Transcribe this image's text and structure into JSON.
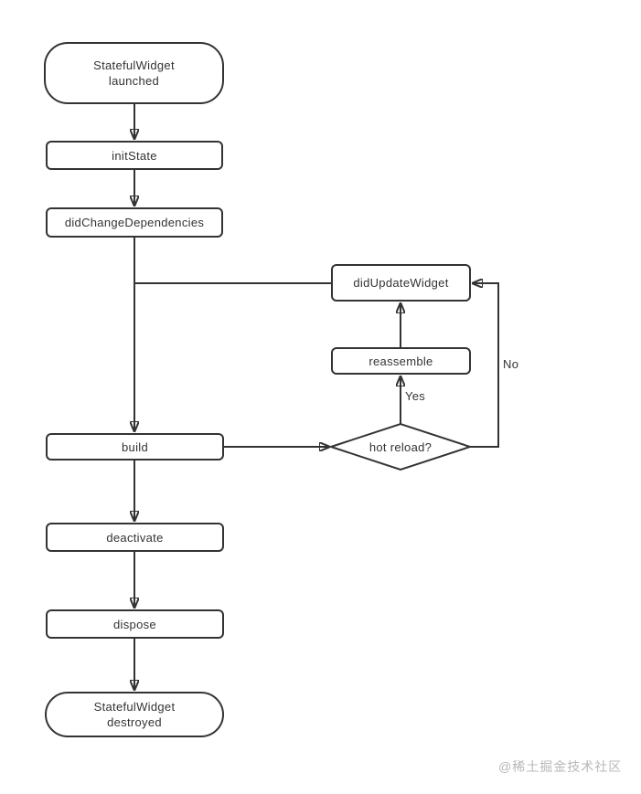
{
  "nodes": {
    "launched": "StatefulWidget\nlaunched",
    "init_state": "initState",
    "did_change_dependencies": "didChangeDependencies",
    "did_update_widget": "didUpdateWidget",
    "reassemble": "reassemble",
    "hot_reload": "hot reload?",
    "build": "build",
    "deactivate": "deactivate",
    "dispose": "dispose",
    "destroyed": "StatefulWidget\ndestroyed"
  },
  "edge_labels": {
    "yes": "Yes",
    "no": "No"
  },
  "watermark": "@稀土掘金技术社区",
  "colors": {
    "background": "#ffffff",
    "line": "#333333",
    "text": "#333333",
    "node_fill": "#ffffff",
    "watermark": "#b8b8b8"
  }
}
